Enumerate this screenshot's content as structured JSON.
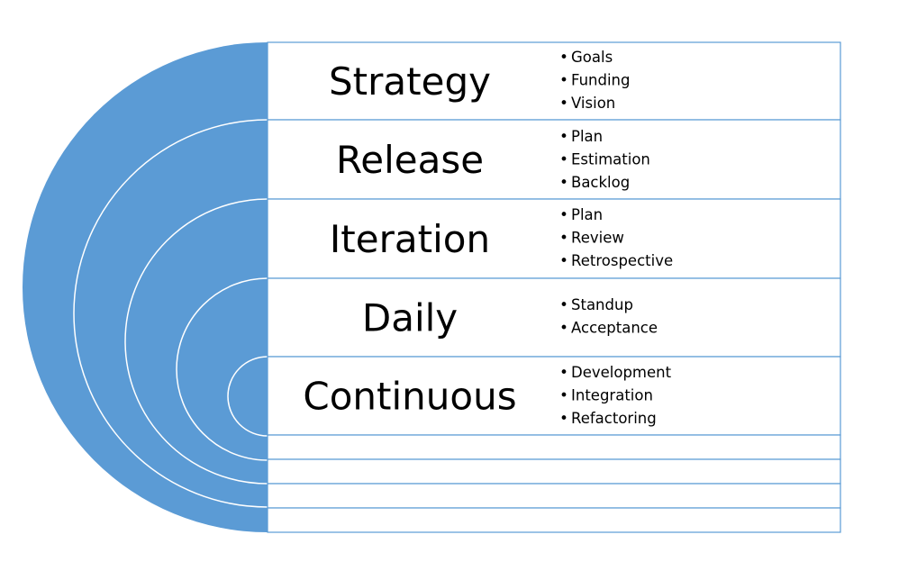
{
  "colors": {
    "arc_fill": "#5b9bd5",
    "arc_stroke": "#ffffff",
    "row_border": "#5b9bd5",
    "text": "#000000"
  },
  "levels": [
    {
      "title": "Strategy",
      "items": [
        "Goals",
        "Funding",
        "Vision"
      ]
    },
    {
      "title": "Release",
      "items": [
        "Plan",
        "Estimation",
        "Backlog"
      ]
    },
    {
      "title": "Iteration",
      "items": [
        "Plan",
        "Review",
        "Retrospective"
      ]
    },
    {
      "title": "Daily",
      "items": [
        "Standup",
        "Acceptance"
      ]
    },
    {
      "title": "Continuous",
      "items": [
        "Development",
        "Integration",
        "Refactoring"
      ]
    }
  ],
  "bullet_glyph": "•",
  "empty_rows": 4
}
